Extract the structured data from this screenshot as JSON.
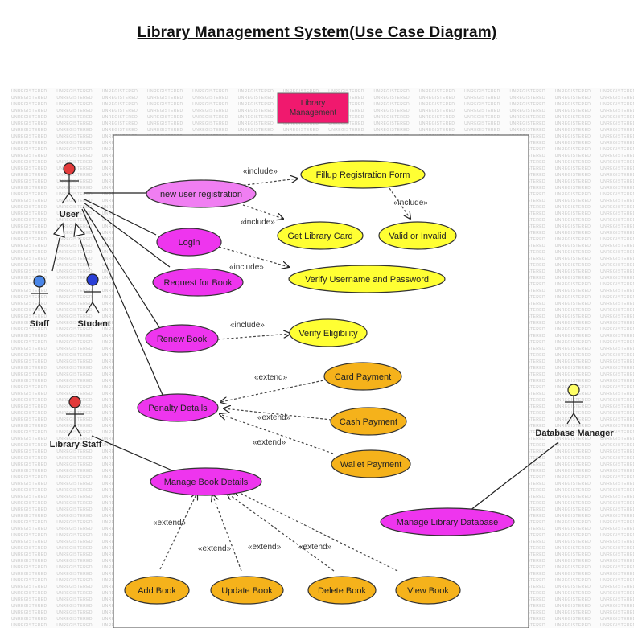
{
  "title": "Library Management System(Use Case Diagram)",
  "watermark_text": "UNREGISTERED",
  "system_boundary_label": "Library Management",
  "colors": {
    "user_use_case": "#f07ef2",
    "library_staff_use_case": "#ee35ee",
    "include_use_case": "#ffff33",
    "extend_use_case": "#f5b21b",
    "system_label_bg": "#f0196e",
    "actor_red": "#e23a3a",
    "actor_blue": "#3a6ee8",
    "actor_yellow": "#ffff66"
  },
  "actors": [
    {
      "id": "user",
      "label": "User",
      "color": "#e23a3a"
    },
    {
      "id": "staff",
      "label": "Staff",
      "color": "#4a86e8"
    },
    {
      "id": "student",
      "label": "Student",
      "color": "#2a3fd6"
    },
    {
      "id": "library_staff",
      "label": "Library Staff",
      "color": "#e23a3a"
    },
    {
      "id": "database_manager",
      "label": "Database Manager",
      "color": "#ffff66"
    }
  ],
  "use_cases": [
    {
      "id": "new_user_registration",
      "label": "new user registration"
    },
    {
      "id": "login",
      "label": "Login"
    },
    {
      "id": "request_for_book",
      "label": "Request for Book"
    },
    {
      "id": "renew_book",
      "label": "Renew Book"
    },
    {
      "id": "penalty_details",
      "label": "Penalty Details"
    },
    {
      "id": "manage_book_details",
      "label": "Manage Book Details"
    },
    {
      "id": "manage_library_database",
      "label": "Manage Library Database"
    },
    {
      "id": "fillup_registration_form",
      "label": "Fillup Registration Form"
    },
    {
      "id": "get_library_card",
      "label": "Get Library Card"
    },
    {
      "id": "valid_or_invalid",
      "label": "Valid or Invalid"
    },
    {
      "id": "verify_username_password",
      "label": "Verify Username and Password"
    },
    {
      "id": "verify_eligibility",
      "label": "Verify Eligibility"
    },
    {
      "id": "card_payment",
      "label": "Card Payment"
    },
    {
      "id": "cash_payment",
      "label": "Cash Payment"
    },
    {
      "id": "wallet_payment",
      "label": "Wallet Payment"
    },
    {
      "id": "add_book",
      "label": "Add Book"
    },
    {
      "id": "update_book",
      "label": "Update Book"
    },
    {
      "id": "delete_book",
      "label": "Delete Book"
    },
    {
      "id": "view_book",
      "label": "View Book"
    }
  ],
  "relationship_labels": {
    "include": "«include»",
    "extend": "«extend»"
  }
}
